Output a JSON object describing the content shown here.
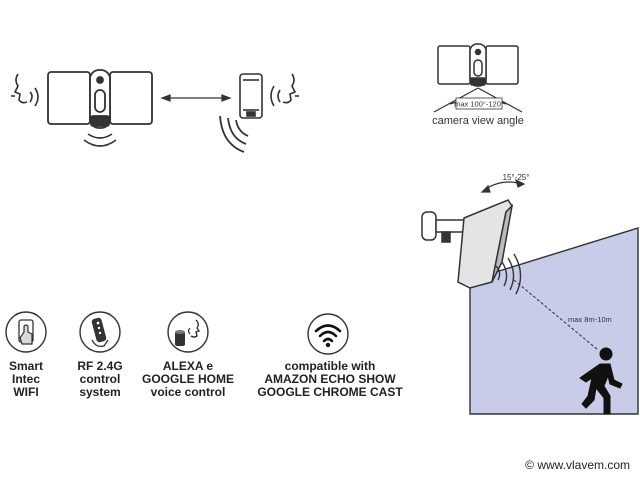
{
  "top_right": {
    "angle_label": "max 100°-120°",
    "caption": "camera view angle"
  },
  "side_view": {
    "tilt_label": "15°-25°",
    "range_label": "max 8m-10m"
  },
  "features": [
    {
      "lines": [
        "Smart",
        "Intec",
        "WIFI"
      ],
      "icon": "smartphone-touch-icon"
    },
    {
      "lines": [
        "RF 2.4G",
        "control",
        "system"
      ],
      "icon": "remote-control-icon"
    },
    {
      "lines": [
        "ALEXA e",
        "GOOGLE HOME",
        "voice control"
      ],
      "icon": "voice-speaker-icon"
    },
    {
      "lines": [
        "compatible with",
        "AMAZON ECHO SHOW",
        "GOOGLE CHROME CAST"
      ],
      "icon": "wifi-icon"
    }
  ],
  "watermark": "© www.vlavem.com",
  "colors": {
    "line": "#333333",
    "wall_fill": "#c8cce8",
    "gray_fill": "#d9d9d9"
  }
}
